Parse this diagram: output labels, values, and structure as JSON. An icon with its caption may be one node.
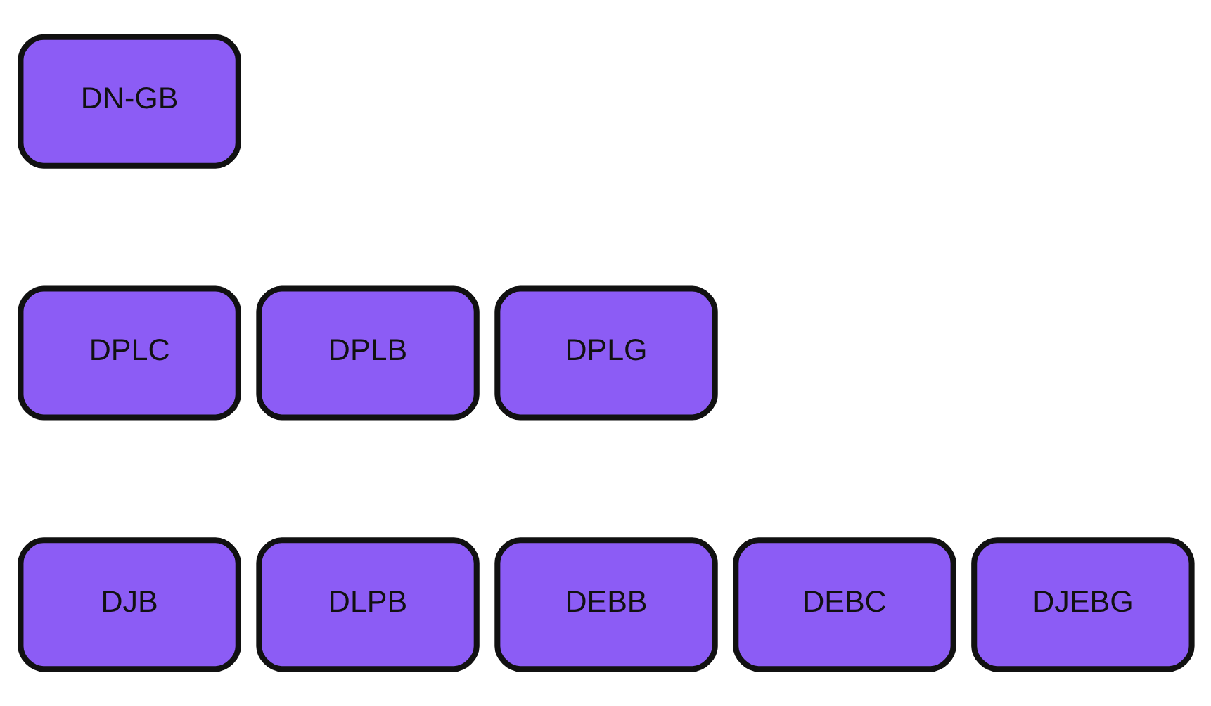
{
  "diagram": {
    "nodes": [
      {
        "text": [
          "DN-GB"
        ]
      },
      {
        "text": [
          "DPLB"
        ]
      },
      {
        "text": [
          "DPLC"
        ]
      },
      {
        "text": [
          "DPLG"
        ]
      },
      {
        "text": [
          "DLPB"
        ]
      },
      {
        "text": [
          "DEBB"
        ]
      },
      {
        "text": [
          "DJB"
        ]
      },
      {
        "text": [
          "DEBC"
        ]
      },
      {
        "text": [
          "DJEBG"
        ]
      }
    ]
  }
}
